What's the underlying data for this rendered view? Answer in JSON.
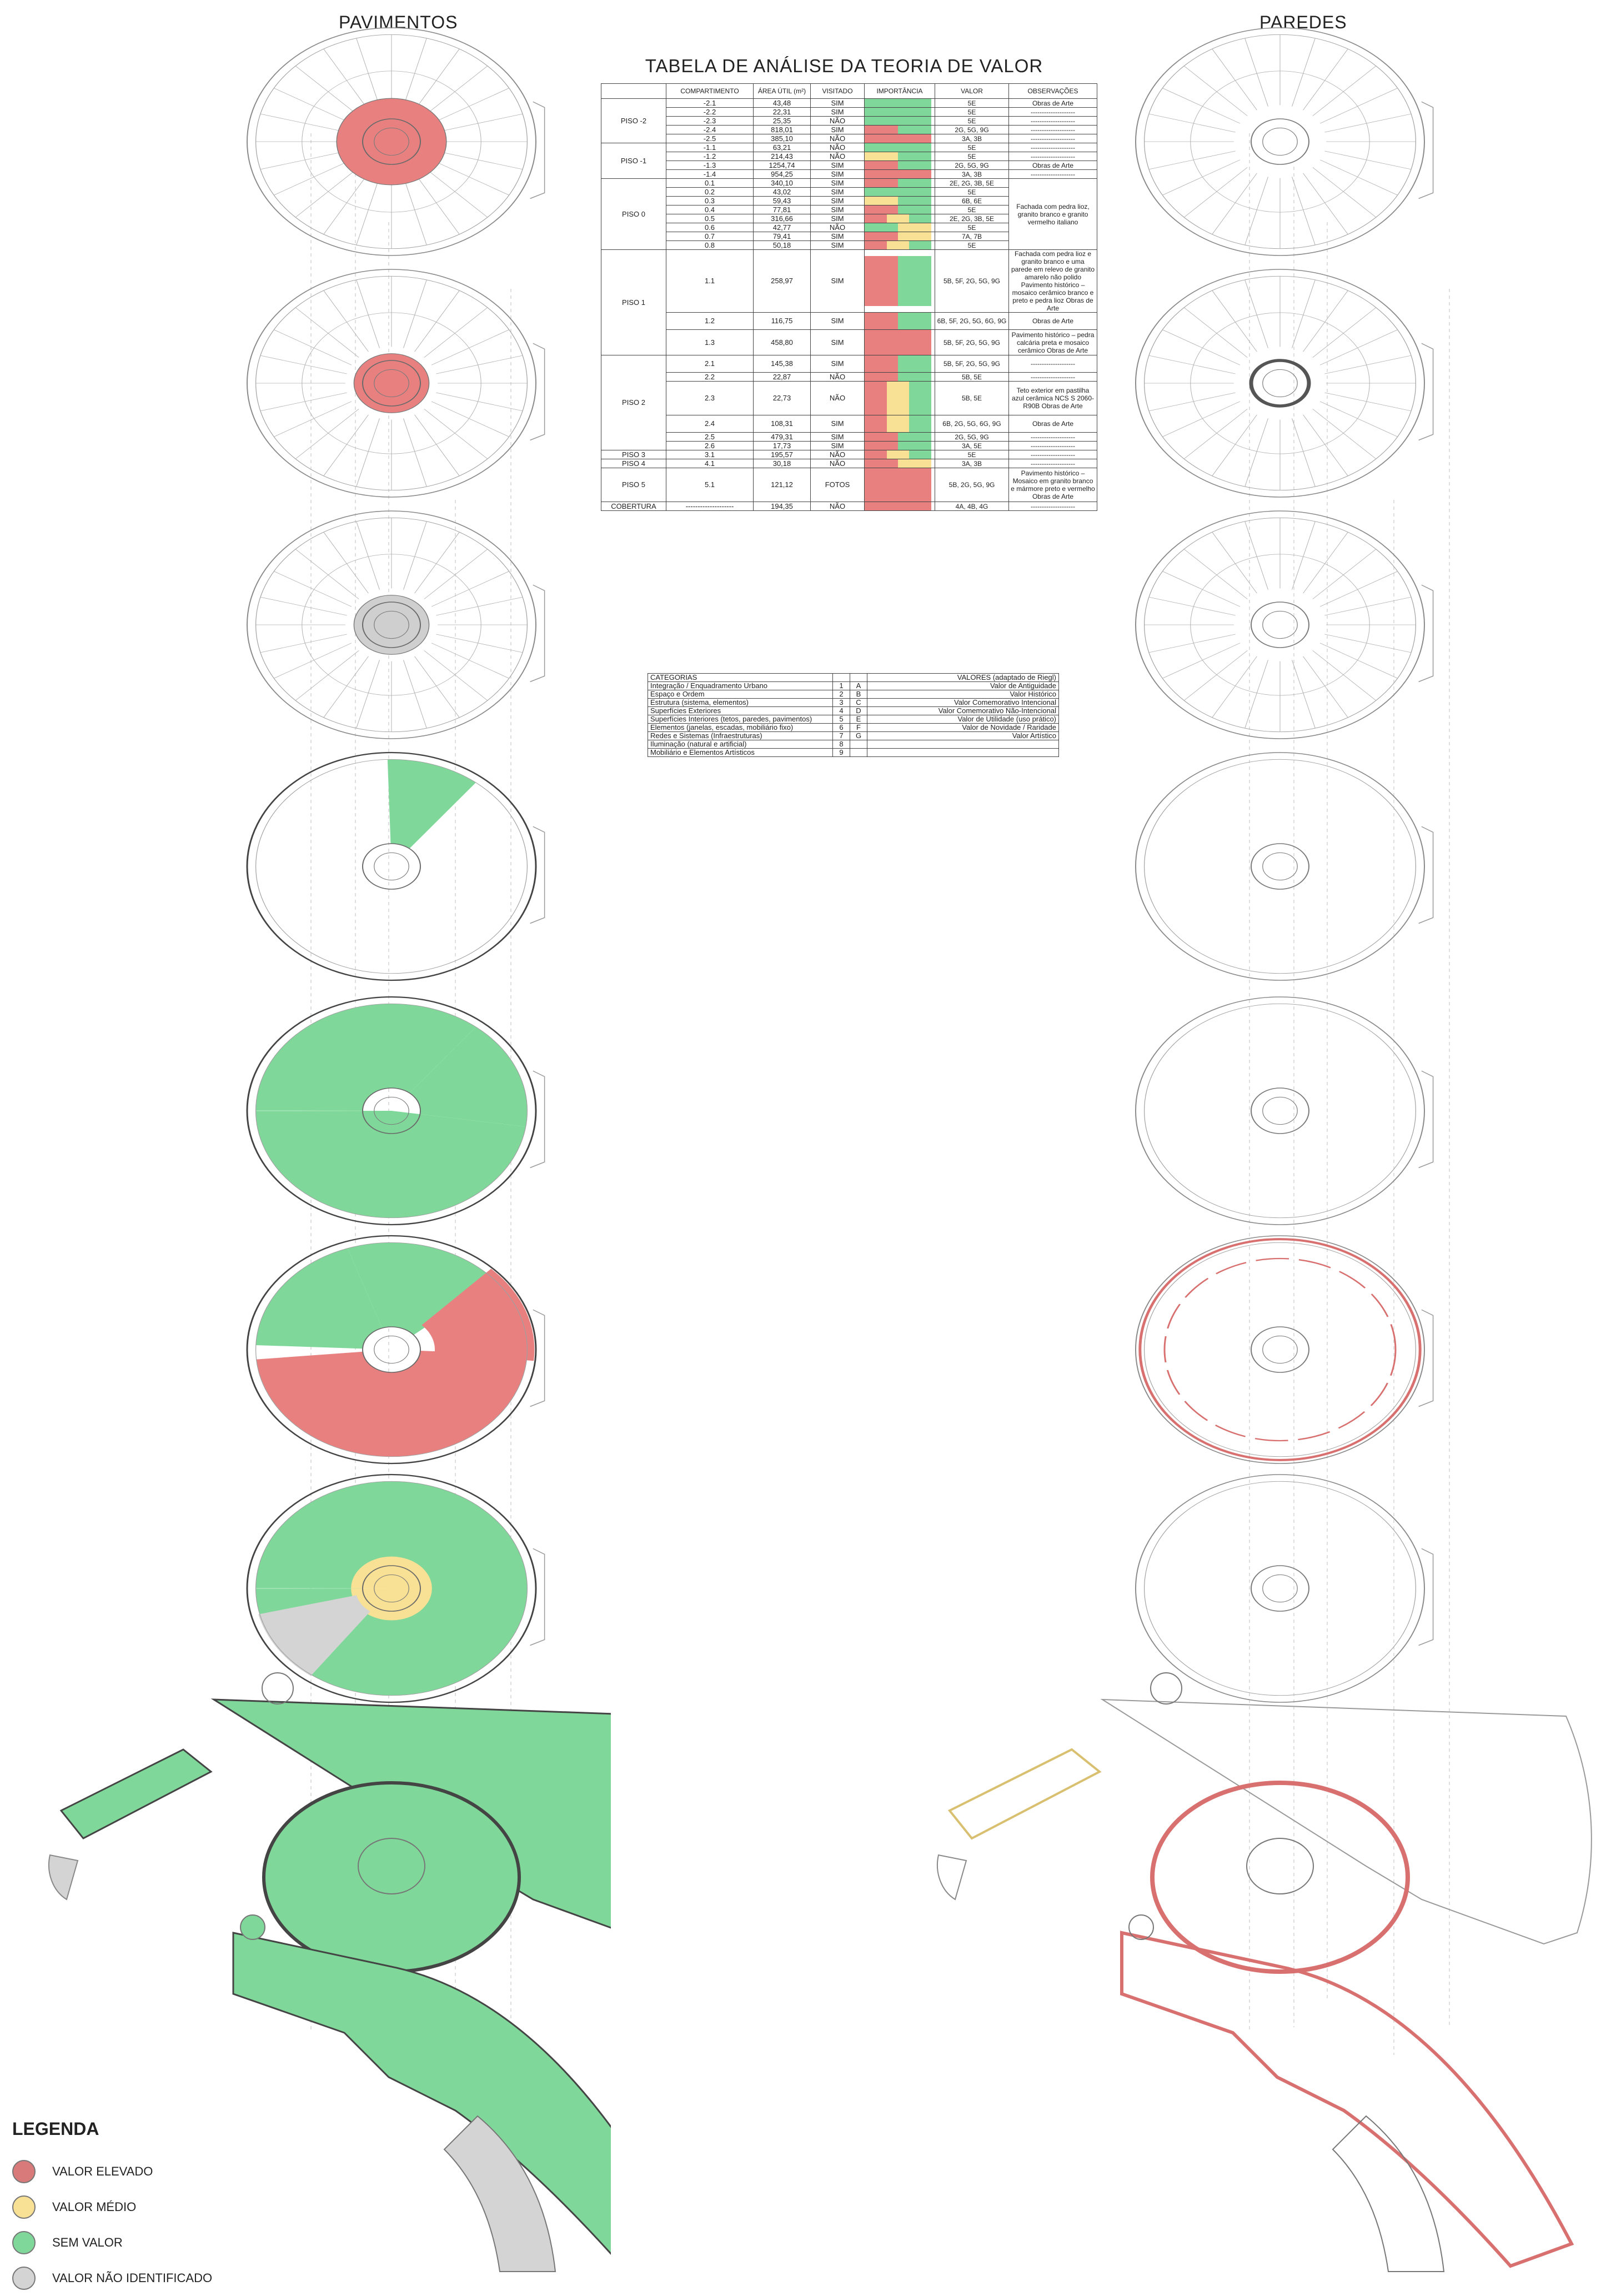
{
  "headings": {
    "left": "PAVIMENTOS",
    "right": "PAREDES",
    "table_title": "TABELA DE ANÁLISE DA TEORIA DE VALOR"
  },
  "colors": {
    "valor_elevado": "#e88080",
    "valor_medio": "#f8e194",
    "sem_valor": "#7fd89a",
    "nao_identificado": "#d4d4d4"
  },
  "table": {
    "headers": [
      "COMPARTIMENTO",
      "ÁREA ÚTIL (m²)",
      "VISITADO",
      "IMPORTÂNCIA",
      "VALOR",
      "OBSERVAÇÕES"
    ],
    "groups": [
      {
        "piso": "PISO -2",
        "rows": [
          {
            "c": "-2.1",
            "a": "43,48",
            "v": "SIM",
            "imp": [
              "g"
            ],
            "val": "5E",
            "obs": "Obras de Arte"
          },
          {
            "c": "-2.2",
            "a": "22,31",
            "v": "SIM",
            "imp": [
              "g"
            ],
            "val": "5E",
            "obs": "--------------------"
          },
          {
            "c": "-2.3",
            "a": "25,35",
            "v": "NÃO",
            "imp": [
              "g"
            ],
            "val": "5E",
            "obs": "--------------------"
          },
          {
            "c": "-2.4",
            "a": "818,01",
            "v": "SIM",
            "imp": [
              "r",
              "g"
            ],
            "val": "2G, 5G, 9G",
            "obs": "--------------------"
          },
          {
            "c": "-2.5",
            "a": "385,10",
            "v": "NÃO",
            "imp": [
              "r"
            ],
            "val": "3A, 3B",
            "obs": "--------------------"
          }
        ]
      },
      {
        "piso": "PISO -1",
        "rows": [
          {
            "c": "-1.1",
            "a": "63,21",
            "v": "NÃO",
            "imp": [
              "g"
            ],
            "val": "5E",
            "obs": "--------------------"
          },
          {
            "c": "-1.2",
            "a": "214,43",
            "v": "NÃO",
            "imp": [
              "y",
              "g"
            ],
            "val": "5E",
            "obs": "--------------------"
          },
          {
            "c": "-1.3",
            "a": "1254,74",
            "v": "SIM",
            "imp": [
              "r",
              "g"
            ],
            "val": "2G, 5G, 9G",
            "obs": "Obras de Arte"
          },
          {
            "c": "-1.4",
            "a": "954,25",
            "v": "SIM",
            "imp": [
              "r"
            ],
            "val": "3A, 3B",
            "obs": "--------------------"
          }
        ]
      },
      {
        "piso": "PISO 0",
        "obs_group": "Fachada com pedra lioz, granito branco e granito vermelho italiano",
        "rows": [
          {
            "c": "0.1",
            "a": "340,10",
            "v": "SIM",
            "imp": [
              "r",
              "g"
            ],
            "val": "2E, 2G, 3B, 5E"
          },
          {
            "c": "0.2",
            "a": "43,02",
            "v": "SIM",
            "imp": [
              "g"
            ],
            "val": "5E"
          },
          {
            "c": "0.3",
            "a": "59,43",
            "v": "SIM",
            "imp": [
              "y",
              "g"
            ],
            "val": "6B, 6E"
          },
          {
            "c": "0.4",
            "a": "77,81",
            "v": "SIM",
            "imp": [
              "r",
              "g"
            ],
            "val": "5E"
          },
          {
            "c": "0.5",
            "a": "316,66",
            "v": "SIM",
            "imp": [
              "r",
              "y",
              "g"
            ],
            "val": "2E, 2G, 3B, 5E"
          },
          {
            "c": "0.6",
            "a": "42,77",
            "v": "NÃO",
            "imp": [
              "g",
              "y"
            ],
            "val": "5E"
          },
          {
            "c": "0.7",
            "a": "79,41",
            "v": "SIM",
            "imp": [
              "r",
              "y"
            ],
            "val": "7A, 7B"
          },
          {
            "c": "0.8",
            "a": "50,18",
            "v": "SIM",
            "imp": [
              "r",
              "y",
              "g"
            ],
            "val": "5E"
          }
        ]
      },
      {
        "piso": "PISO 1",
        "rows": [
          {
            "c": "1.1",
            "a": "258,97",
            "v": "SIM",
            "imp": [
              "r",
              "g"
            ],
            "val": "5B, 5F, 2G, 5G, 9G",
            "obs": "Fachada com pedra lioz e granito branco e uma parede em relevo de granito amarelo não polido Pavimento histórico – mosaico cerâmico branco e preto e pedra lioz Obras de Arte",
            "tall": 6
          },
          {
            "c": "1.2",
            "a": "116,75",
            "v": "SIM",
            "imp": [
              "r",
              "g"
            ],
            "val": "6B, 5F, 2G, 5G, 6G, 9G",
            "obs": "Obras de Arte",
            "tall": 2
          },
          {
            "c": "1.3",
            "a": "458,80",
            "v": "SIM",
            "imp": [
              "r"
            ],
            "val": "5B, 5F, 2G, 5G, 9G",
            "obs": "Pavimento histórico – pedra calcária preta e mosaico cerâmico Obras de Arte",
            "tall": 3
          }
        ]
      },
      {
        "piso": "PISO 2",
        "rows": [
          {
            "c": "2.1",
            "a": "145,38",
            "v": "SIM",
            "imp": [
              "r",
              "g"
            ],
            "val": "5B, 5F, 2G, 5G, 9G",
            "obs": "--------------------",
            "tall": 2
          },
          {
            "c": "2.2",
            "a": "22,87",
            "v": "NÃO",
            "imp": [
              "r",
              "g"
            ],
            "val": "5B, 5E",
            "obs": "--------------------"
          },
          {
            "c": "2.3",
            "a": "22,73",
            "v": "NÃO",
            "imp": [
              "r",
              "y",
              "g"
            ],
            "val": "5B, 5E",
            "obs": "Teto exterior em pastilha azul cerâmica NCS S 2060-R90B Obras de Arte",
            "tall": 4
          },
          {
            "c": "2.4",
            "a": "108,31",
            "v": "SIM",
            "imp": [
              "r",
              "y",
              "g"
            ],
            "val": "6B, 2G, 5G, 6G, 9G",
            "obs": "Obras de Arte",
            "tall": 2
          },
          {
            "c": "2.5",
            "a": "479,31",
            "v": "SIM",
            "imp": [
              "r",
              "g"
            ],
            "val": "2G, 5G, 9G",
            "obs": "--------------------"
          },
          {
            "c": "2.6",
            "a": "17,73",
            "v": "SIM",
            "imp": [
              "r",
              "g"
            ],
            "val": "3A, 5E",
            "obs": "--------------------"
          }
        ]
      },
      {
        "piso": "PISO 3",
        "rows": [
          {
            "c": "3.1",
            "a": "195,57",
            "v": "NÃO",
            "imp": [
              "r",
              "y",
              "g"
            ],
            "val": "5E",
            "obs": "--------------------"
          }
        ]
      },
      {
        "piso": "PISO 4",
        "rows": [
          {
            "c": "4.1",
            "a": "30,18",
            "v": "NÃO",
            "imp": [
              "r",
              "y"
            ],
            "val": "3A, 3B",
            "obs": "--------------------"
          }
        ]
      },
      {
        "piso": "PISO 5",
        "rows": [
          {
            "c": "5.1",
            "a": "121,12",
            "v": "FOTOS",
            "imp": [
              "r"
            ],
            "val": "5B, 2G, 5G, 9G",
            "obs": "Pavimento histórico – Mosaico em granito branco e mármore preto e vermelho Obras de Arte",
            "tall": 4
          }
        ]
      },
      {
        "piso": "COBERTURA",
        "rows": [
          {
            "c": "--------------------",
            "a": "194,35",
            "v": "NÃO",
            "imp": [
              "r"
            ],
            "val": "4A, 4B, 4G",
            "obs": "--------------------"
          }
        ]
      }
    ]
  },
  "categories": {
    "header_left": "CATEGORIAS",
    "header_right": "VALORES (adaptado de Riegl)",
    "rows": [
      {
        "cat": "Integração / Enquadramento Urbano",
        "n": "1",
        "l": "A",
        "val": "Valor de Antiguidade"
      },
      {
        "cat": "Espaço e Ordem",
        "n": "2",
        "l": "B",
        "val": "Valor Histórico"
      },
      {
        "cat": "Estrutura (sistema, elementos)",
        "n": "3",
        "l": "C",
        "val": "Valor Comemorativo Intencional"
      },
      {
        "cat": "Superfícies Exteriores",
        "n": "4",
        "l": "D",
        "val": "Valor Comemorativo Não-Intencional"
      },
      {
        "cat": "Superfícies Interiores (tetos, paredes, pavimentos)",
        "n": "5",
        "l": "E",
        "val": "Valor de Utilidade (uso prático)"
      },
      {
        "cat": "Elementos (janelas, escadas, mobiliário fixo)",
        "n": "6",
        "l": "F",
        "val": "Valor de Novidade / Raridade"
      },
      {
        "cat": "Redes e Sistemas (Infraestruturas)",
        "n": "7",
        "l": "G",
        "val": "Valor Artístico"
      },
      {
        "cat": "Iluminação (natural e artificial)",
        "n": "8",
        "l": "",
        "val": ""
      },
      {
        "cat": "Mobiliário e Elementos Artísticos",
        "n": "9",
        "l": "",
        "val": ""
      }
    ]
  },
  "legend": {
    "title": "LEGENDA",
    "items": [
      {
        "label": "VALOR ELEVADO",
        "color": "#d97a7a"
      },
      {
        "label": "VALOR MÉDIO",
        "color": "#f8e194"
      },
      {
        "label": "SEM VALOR",
        "color": "#7fd89a"
      },
      {
        "label": "VALOR NÃO IDENTIFICADO",
        "color": "#d4d4d4"
      }
    ]
  },
  "plans": {
    "left": [
      {
        "level": "cobertura",
        "fill": "red-core"
      },
      {
        "level": "piso-5",
        "fill": "red-core"
      },
      {
        "level": "piso-4",
        "fill": "grey-core"
      },
      {
        "level": "piso-3",
        "fill": "partial-green"
      },
      {
        "level": "piso-2",
        "fill": "green"
      },
      {
        "level": "piso-1",
        "fill": "red-green"
      },
      {
        "level": "piso-0",
        "fill": "green-yellow"
      },
      {
        "level": "piso-m1",
        "fill": "green-wide"
      },
      {
        "level": "piso-m2",
        "fill": "green-grey-wide"
      }
    ]
  }
}
